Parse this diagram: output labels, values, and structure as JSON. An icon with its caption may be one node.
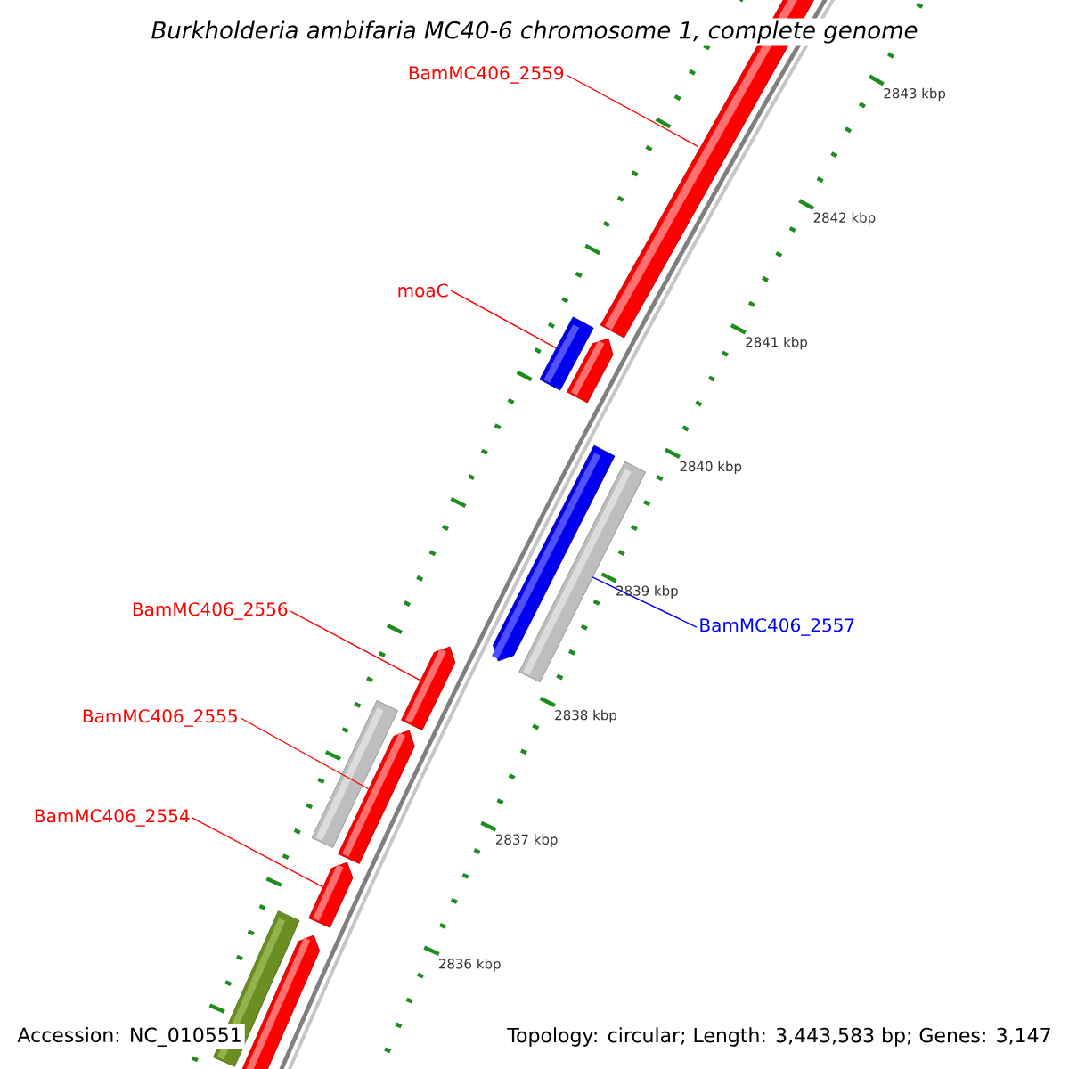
{
  "diagram": {
    "title": "Burkholderia ambifaria MC40-6 chromosome 1, complete genome",
    "nodes": [
      {
        "text": [
          "BamMC406_2559"
        ]
      },
      {
        "text": [],
        "shape": "arrow"
      },
      {
        "text": [
          "moaC"
        ]
      },
      {
        "text": [],
        "shape": "box"
      },
      {
        "text": [],
        "shape": "arrow"
      },
      {
        "text": [],
        "shape": "arrow"
      },
      {
        "text": [],
        "shape": "box"
      },
      {
        "text": [
          "BamMC406_2557"
        ]
      },
      {
        "text": [
          "BamMC406_2556"
        ]
      },
      {
        "text": [],
        "shape": "arrow"
      },
      {
        "text": [],
        "shape": "box"
      },
      {
        "text": [
          "BamMC406_2555"
        ]
      },
      {
        "text": [],
        "shape": "arrow"
      },
      {
        "text": [
          "BamMC406_2554"
        ]
      },
      {
        "text": [],
        "shape": "arrow"
      },
      {
        "text": [],
        "shape": "box"
      },
      {
        "text": [],
        "shape": "arrow"
      }
    ],
    "edges": [
      {
        "from": 0,
        "to": 1,
        "arrow": "none"
      },
      {
        "from": 2,
        "to": 3,
        "arrow": "none"
      },
      {
        "from": 7,
        "to": 6,
        "arrow": "none",
        "color": "#0000ff"
      },
      {
        "from": 8,
        "to": 9,
        "arrow": "none"
      },
      {
        "from": 11,
        "to": 12,
        "arrow": "none"
      },
      {
        "from": 13,
        "to": 14,
        "arrow": "none"
      }
    ],
    "labels": [
      "2843 kbp",
      "2842 kbp",
      "2841 kbp",
      "2840 kbp",
      "2839 kbp",
      "2838 kbp",
      "2837 kbp",
      "2836 kbp",
      "Accession: NC_010551",
      "Topology: circular; Length: 3,443,583 bp; Genes: 3,147"
    ]
  }
}
